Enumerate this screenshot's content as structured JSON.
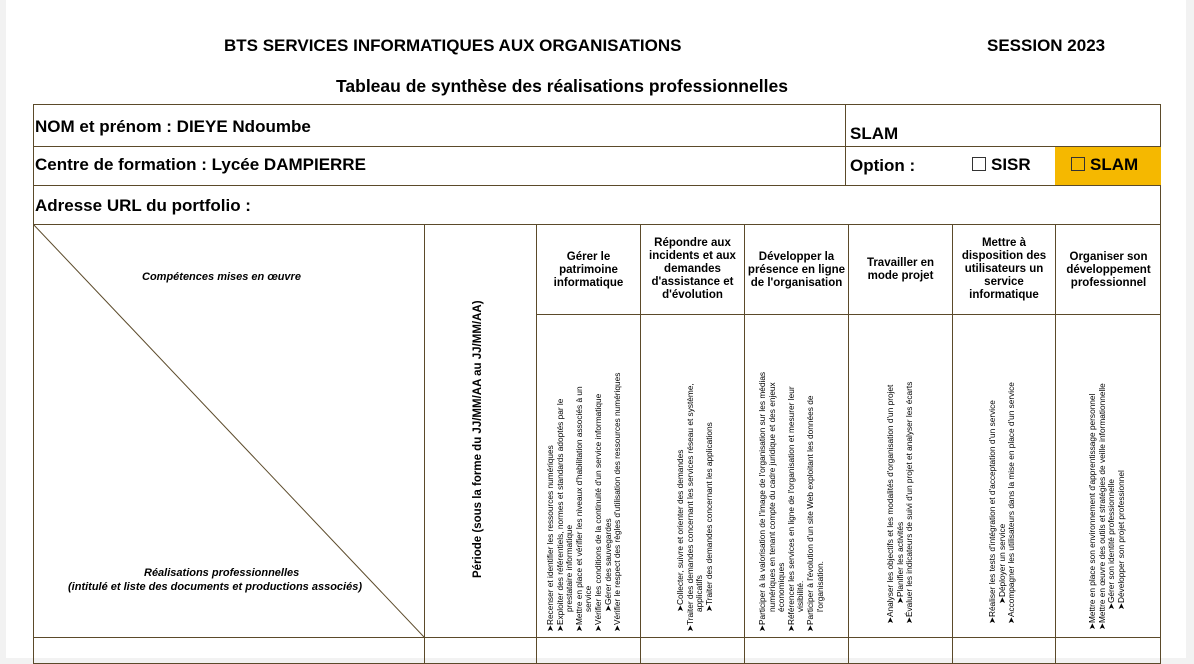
{
  "header": {
    "title": "BTS SERVICES INFORMATIQUES AUX ORGANISATIONS",
    "session": "SESSION 2023",
    "subtitle": "Tableau de synthèse des réalisations professionnelles"
  },
  "identity": {
    "name_line": "NOM et prénom : DIEYE Ndoumbe",
    "option_value": "SLAM",
    "centre_line": "Centre de formation : Lycée DAMPIERRE",
    "option_label": "Option :",
    "option_sisr": "SISR",
    "option_slam": "SLAM",
    "portfolio_label": "Adresse URL du portfolio :"
  },
  "colors": {
    "slam_highlight": "#f5b800",
    "border": "#5b4a2a"
  },
  "grid": {
    "competences_label": "Compétences mises en œuvre",
    "realisations_label": "Réalisations professionnelles",
    "realisations_sub": "(intitulé et liste des documents et productions associés)",
    "periode_label": "Période (sous  la forme du JJ/MM/AA au JJ/MM/AA)",
    "blocks": [
      {
        "title": [
          "Gérer le",
          "patrimoine",
          "informatique"
        ],
        "items": [
          "➤Recenser et identifier les ressources numériques",
          "➤Exploiter des référentiels, normes et standards adoptés par le",
          "prestataire informatique",
          "➤Mettre en place et vérifier les niveaux d'habilitation associés à un",
          "service",
          "➤Vérifier les conditions de la continuité d'un service informatique",
          "➤Gérer des sauvegardes",
          "➤Vérifier le respect des règles d'utilisation des ressources numériques"
        ]
      },
      {
        "title": [
          "Répondre aux",
          "incidents et aux",
          "demandes",
          "d'assistance et",
          "d'évolution"
        ],
        "items": [
          "➤Collecter, suivre et orienter des demandes",
          "➤Traiter des demandes concernant les services réseau et système,",
          "applicatifs",
          "➤Traiter des demandes concernant les applications"
        ]
      },
      {
        "title": [
          "Développer la",
          "présence en ligne",
          "de l'organisation"
        ],
        "items": [
          "➤Participer à la valorisation de l'image de l'organisation sur les médias",
          "numériques en tenant compte du cadre juridique et des enjeux",
          "économiques",
          "➤Référencer les services en ligne de l'organisation et mesurer leur",
          "visibilité.",
          "➤Participer à l'évolution d'un site Web exploitant les données de",
          "l'organisation."
        ]
      },
      {
        "title": [
          "Travailler en",
          "mode projet"
        ],
        "items": [
          "➤Analyser les objectifs et les modalités d'organisation d'un projet",
          "➤Planifier les activités",
          "➤Évaluer les indicateurs de suivi d'un projet et analyser les écarts"
        ]
      },
      {
        "title": [
          "Mettre à",
          "disposition des",
          "utilisateurs un",
          "service",
          "informatique"
        ],
        "items": [
          "➤Réaliser les tests d'intégration et d'acceptation d'un service",
          "➤Déployer un service",
          "➤Accompagner les utilisateurs dans la mise en place d'un service"
        ]
      },
      {
        "title": [
          "Organiser son",
          "développement",
          "professionnel"
        ],
        "items": [
          "➤Mettre en place son environnement d'apprentissage personnel",
          "➤Mettre en œuvre des outils et stratégies de veille informationnelle",
          "➤Gérer son identité professionnelle",
          "➤Développer son projet professionnel"
        ]
      }
    ]
  }
}
